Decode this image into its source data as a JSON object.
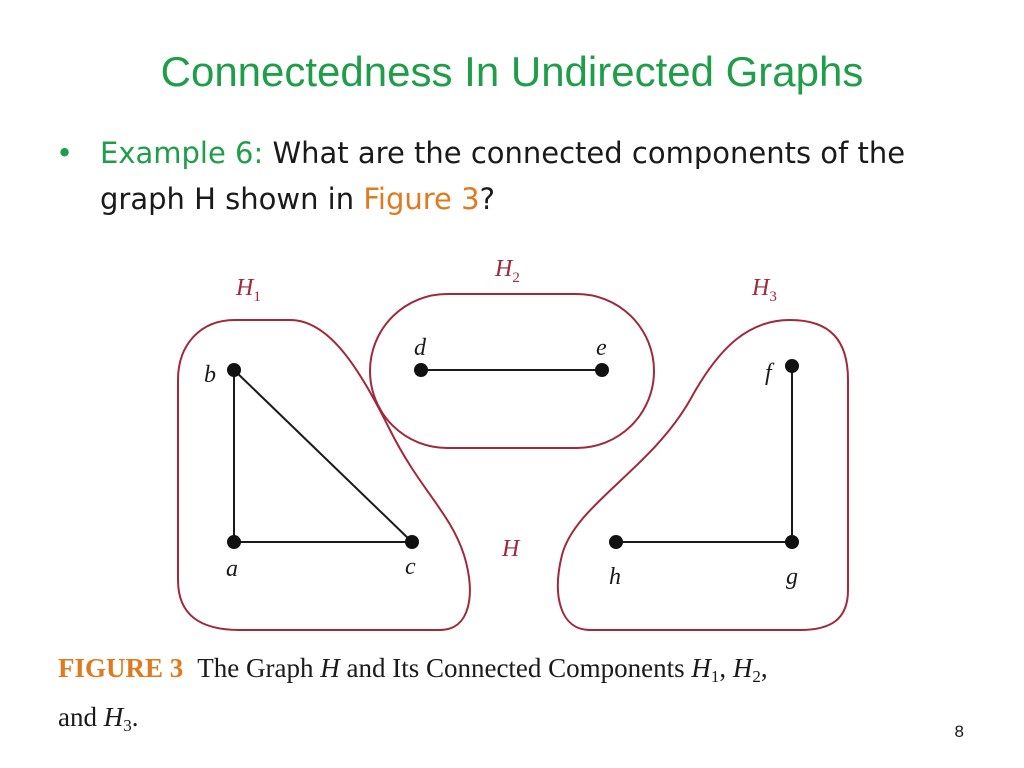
{
  "slide": {
    "title": "Connectedness In Undirected Graphs",
    "bullet": {
      "prefix": "Example 6:",
      "text_before": "What are the connected components of the graph H shown in",
      "link": "Figure 3",
      "text_after": "?"
    },
    "page_number": "8"
  },
  "figure": {
    "components": [
      {
        "name": "H",
        "sub": "1"
      },
      {
        "name": "H",
        "sub": "2"
      },
      {
        "name": "H",
        "sub": "3"
      }
    ],
    "whole_graph_label": "H",
    "vertices": [
      "a",
      "b",
      "c",
      "d",
      "e",
      "f",
      "g",
      "h"
    ],
    "edges": [
      [
        "a",
        "b"
      ],
      [
        "b",
        "c"
      ],
      [
        "a",
        "c"
      ],
      [
        "d",
        "e"
      ],
      [
        "f",
        "g"
      ],
      [
        "h",
        "g"
      ]
    ]
  },
  "caption": {
    "label": "FIGURE 3",
    "text1": "The Graph",
    "h": "H",
    "text2": "and Its Connected Components",
    "c1": "H",
    "s1": "1",
    "c2": "H",
    "s2": "2",
    "and": "and",
    "c3": "H",
    "s3": "3"
  },
  "colors": {
    "title": "#1f9e4a",
    "accent_orange": "#e07a1f",
    "component_outline": "#a0293a"
  }
}
